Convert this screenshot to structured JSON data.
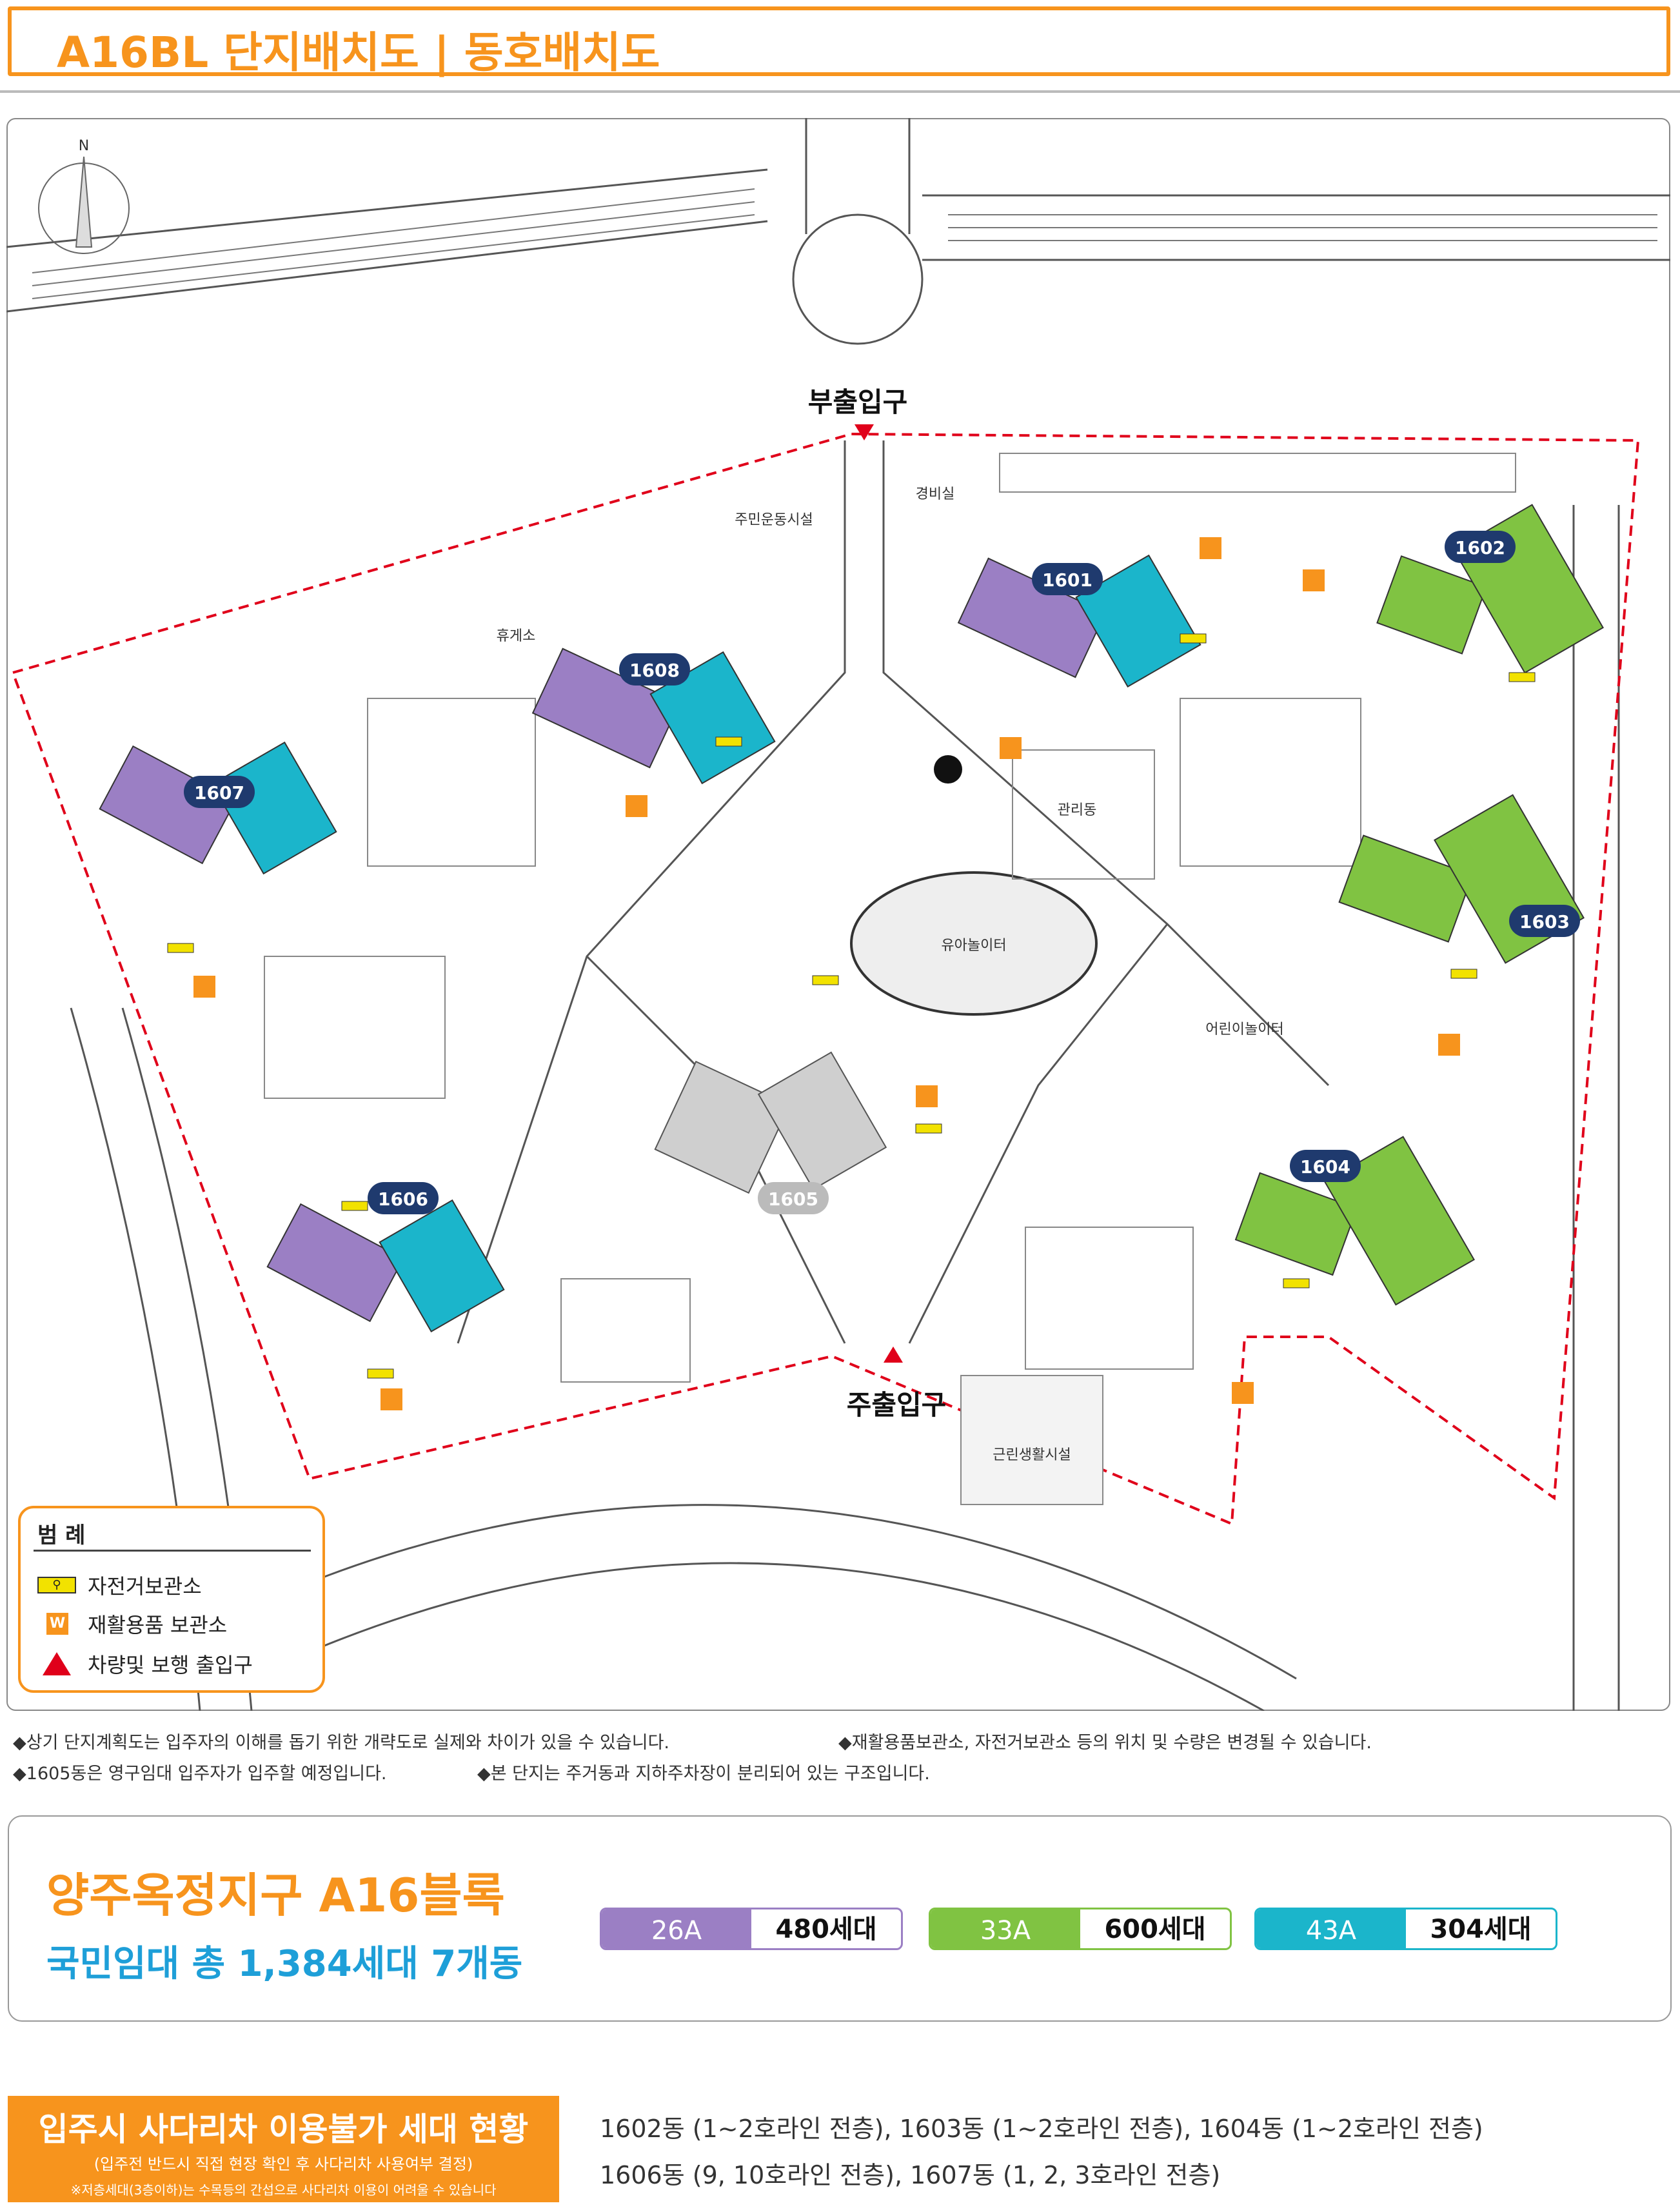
{
  "header": {
    "title": "A16BL  단지배치도 | 동호배치도"
  },
  "compass": {
    "label": "N"
  },
  "gates": {
    "secondary": "부출입구",
    "main": "주출입구"
  },
  "buildings": [
    {
      "id": "1601",
      "type": "43A"
    },
    {
      "id": "1602",
      "type": "33A"
    },
    {
      "id": "1603",
      "type": "33A"
    },
    {
      "id": "1604",
      "type": "33A"
    },
    {
      "id": "1605",
      "type": "other"
    },
    {
      "id": "1606",
      "type": "26A"
    },
    {
      "id": "1607",
      "type": "26A"
    },
    {
      "id": "1608",
      "type": "26A"
    }
  ],
  "facilities": [
    "주민운동시설",
    "휴게소",
    "경비실",
    "유아놀이터",
    "어린이놀이터",
    "근린생활시설",
    "관리동"
  ],
  "legend": {
    "title": "범 례",
    "items": [
      {
        "icon": "bicycle-storage-icon",
        "label": "자전거보관소"
      },
      {
        "icon": "recycling-storage-icon",
        "label": "재활용품 보관소",
        "glyph": "W"
      },
      {
        "icon": "entrance-triangle-icon",
        "label": "차량및 보행 출입구"
      }
    ]
  },
  "notes": [
    "◆상기 단지계획도는 입주자의 이해를 돕기 위한 개략도로 실제와 차이가 있을 수 있습니다.",
    "◆재활용품보관소, 자전거보관소 등의 위치 및 수량은 변경될 수 있습니다.",
    "◆1605동은 영구임대 입주자가 입주할 예정입니다.",
    "◆본 단지는 주거동과 지하주차장이 분리되어 있는 구조입니다."
  ],
  "summary": {
    "title": "양주옥정지구 A16블록",
    "subtitle": "국민임대 총 1,384세대 7개동",
    "units": [
      {
        "type": "26A",
        "count": "480세대",
        "color": "#9b7fc4"
      },
      {
        "type": "33A",
        "count": "600세대",
        "color": "#80c342"
      },
      {
        "type": "43A",
        "count": "304세대",
        "color": "#1bb5cb"
      }
    ]
  },
  "ladder": {
    "title": "입주시 사다리차 이용불가 세대 현황",
    "subtitle": "(입주전 반드시 직접 현장 확인 후 사다리차 사용여부 결정)",
    "note": "※저층세대(3층이하)는 수목등의 간섭으로 사다리차 이용이 어려울 수 있습니다",
    "lines": [
      "1602동 (1~2호라인 전층), 1603동 (1~2호라인 전층), 1604동 (1~2호라인 전층)",
      "1606동 (9, 10호라인 전층), 1607동 (1, 2, 3호라인 전층)"
    ]
  },
  "colors": {
    "accent": "#f7941d",
    "navy": "#1f3a6e",
    "purple": "#9b7fc4",
    "green": "#80c342",
    "cyan": "#1bb5cb",
    "red": "#e0001a"
  }
}
